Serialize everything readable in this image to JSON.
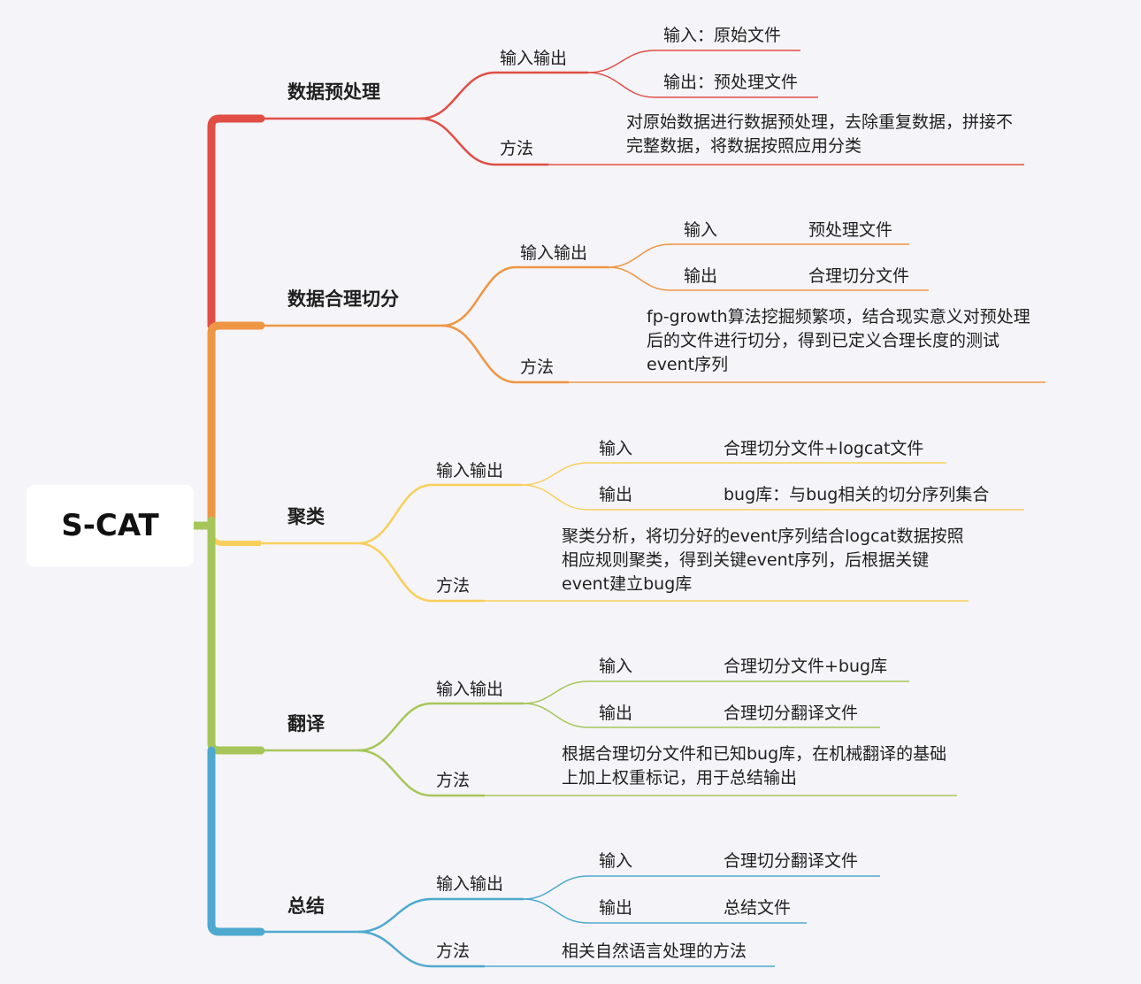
{
  "root": {
    "label": "S-CAT"
  },
  "branches": [
    {
      "label": "数据预处理",
      "color": "#e04e45",
      "io_label": "输入输出",
      "input": "输入：原始文件",
      "output": "输出：预处理文件",
      "method_label": "方法",
      "method": "对原始数据进行数据预处理，去除重复数据，拼接不完整数据，将数据按照应用分类"
    },
    {
      "label": "数据合理切分",
      "color": "#ef9644",
      "io_label": "输入输出",
      "input_label": "输入",
      "input": "预处理文件",
      "output_label": "输出",
      "output": "合理切分文件",
      "method_label": "方法",
      "method": "fp-growth算法挖掘频繁项，结合现实意义对预处理后的文件进行切分，得到已定义合理长度的测试event序列"
    },
    {
      "label": "聚类",
      "color": "#f7cf5b",
      "io_label": "输入输出",
      "input_label": "输入",
      "input": "合理切分文件+logcat文件",
      "output_label": "输出",
      "output": "bug库：与bug相关的切分序列集合",
      "method_label": "方法",
      "method": "聚类分析，将切分好的event序列结合logcat数据按照相应规则聚类，得到关键event序列，后根据关键event建立bug库"
    },
    {
      "label": "翻译",
      "color": "#a6c65a",
      "io_label": "输入输出",
      "input_label": "输入",
      "input": "合理切分文件+bug库",
      "output_label": "输出",
      "output": "合理切分翻译文件",
      "method_label": "方法",
      "method": "根据合理切分文件和已知bug库，在机械翻译的基础上加上权重标记，用于总结输出"
    },
    {
      "label": "总结",
      "color": "#4ea9cf",
      "io_label": "输入输出",
      "input_label": "输入",
      "input": "合理切分翻译文件",
      "output_label": "输出",
      "output": "总结文件",
      "method_label": "方法",
      "method": "相关自然语言处理的方法"
    }
  ]
}
